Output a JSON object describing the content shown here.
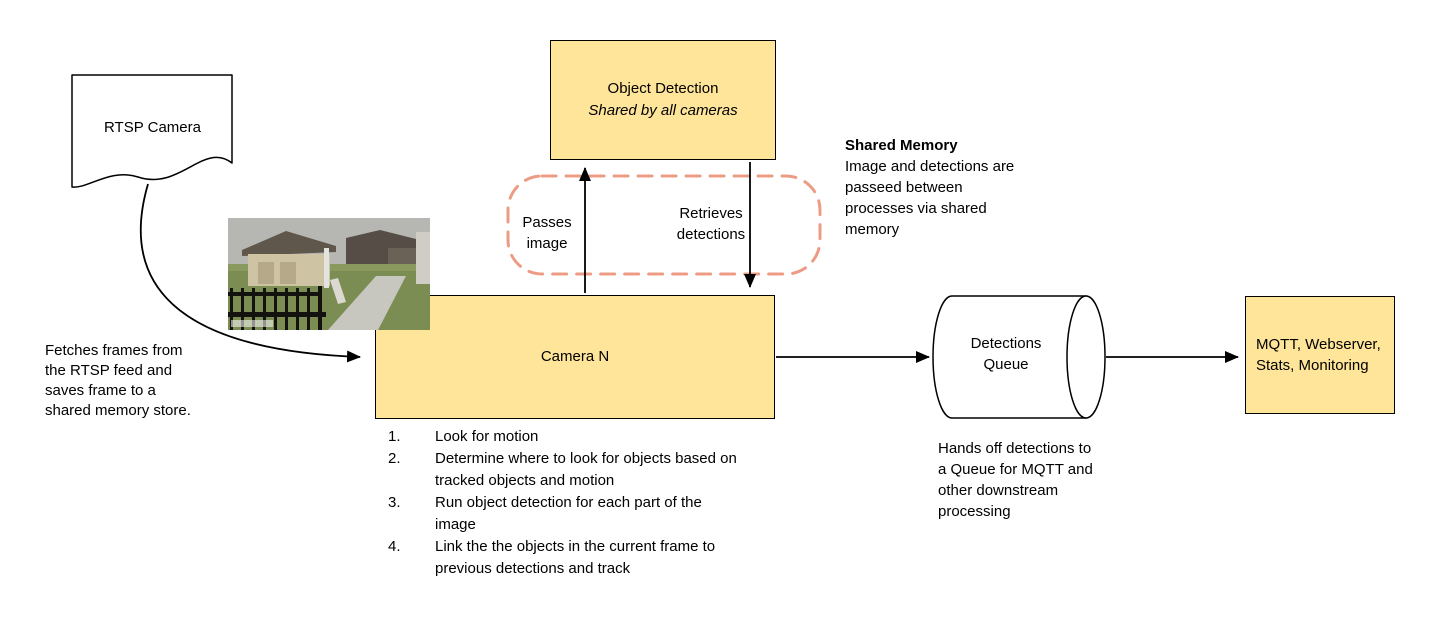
{
  "colors": {
    "node_fill": "#ffe599",
    "node_border": "#000000",
    "shared_memory_outline": "#ec9c84",
    "connector": "#000000"
  },
  "nodes": {
    "rtsp_camera": {
      "label": "RTSP Camera",
      "shape": "document"
    },
    "object_detection": {
      "title": "Object Detection",
      "subtitle": "Shared by all cameras"
    },
    "camera_n": {
      "label": "Camera N"
    },
    "detections_queue": {
      "label": "Detections Queue",
      "shape": "cylinder"
    },
    "outputs": {
      "label": "MQTT, Webserver, Stats, Monitoring"
    }
  },
  "edge_labels": {
    "passes_image": "Passes image",
    "retrieves_detections": "Retrieves detections"
  },
  "annotations": {
    "shared_memory_title": "Shared Memory",
    "shared_memory_body": "Image and detections are passeed between processes via shared memory",
    "fetch_frames": "Fetches frames from the RTSP feed and saves frame to a shared memory store.",
    "hands_off": "Hands off detections to a Queue for MQTT and other downstream processing"
  },
  "camera_steps": {
    "numbers": [
      "1.",
      "2.",
      "3.",
      "4."
    ],
    "items": [
      "Look for motion",
      "Determine where to look for objects based on tracked objects and motion",
      "Run object detection for each part of the image",
      "Link the the objects in the current frame to previous detections and track"
    ]
  }
}
